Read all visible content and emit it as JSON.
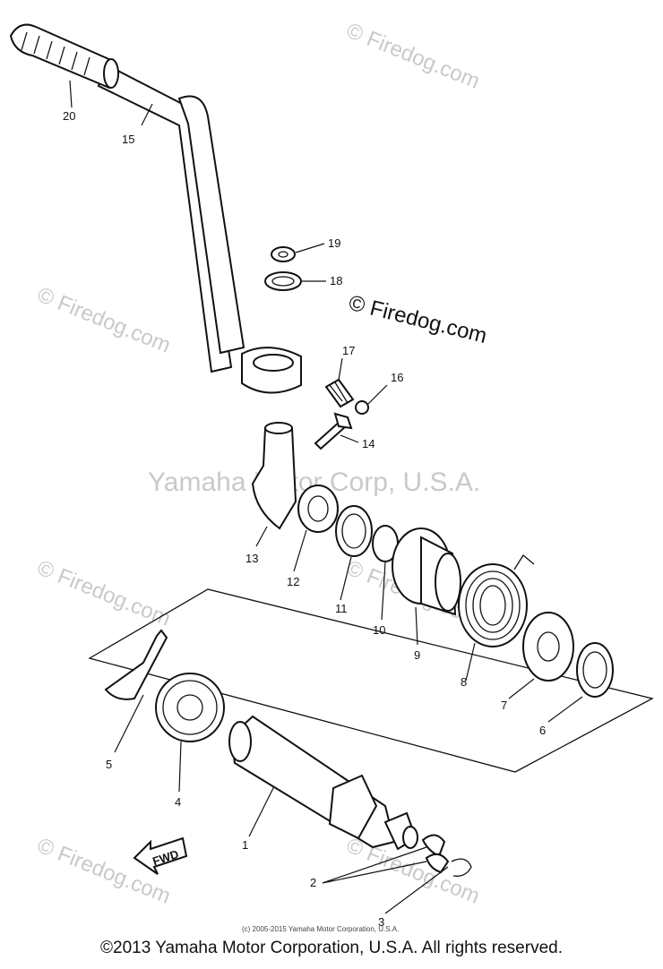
{
  "watermarks": {
    "firedog_small": "© Firedog.com",
    "firedog_center": "© Firedog.com",
    "yamaha": "Yamaha Motor Corp, U.S.A.",
    "small_copyright": "(c) 2005-2015 Yamaha Motor Corporation, U.S.A."
  },
  "fwd_label": "FWD",
  "callouts": [
    "1",
    "2",
    "3",
    "4",
    "5",
    "6",
    "7",
    "8",
    "9",
    "10",
    "11",
    "12",
    "13",
    "14",
    "15",
    "16",
    "17",
    "18",
    "19",
    "20"
  ],
  "footer": "©2013 Yamaha Motor Corporation, U.S.A. All rights reserved."
}
